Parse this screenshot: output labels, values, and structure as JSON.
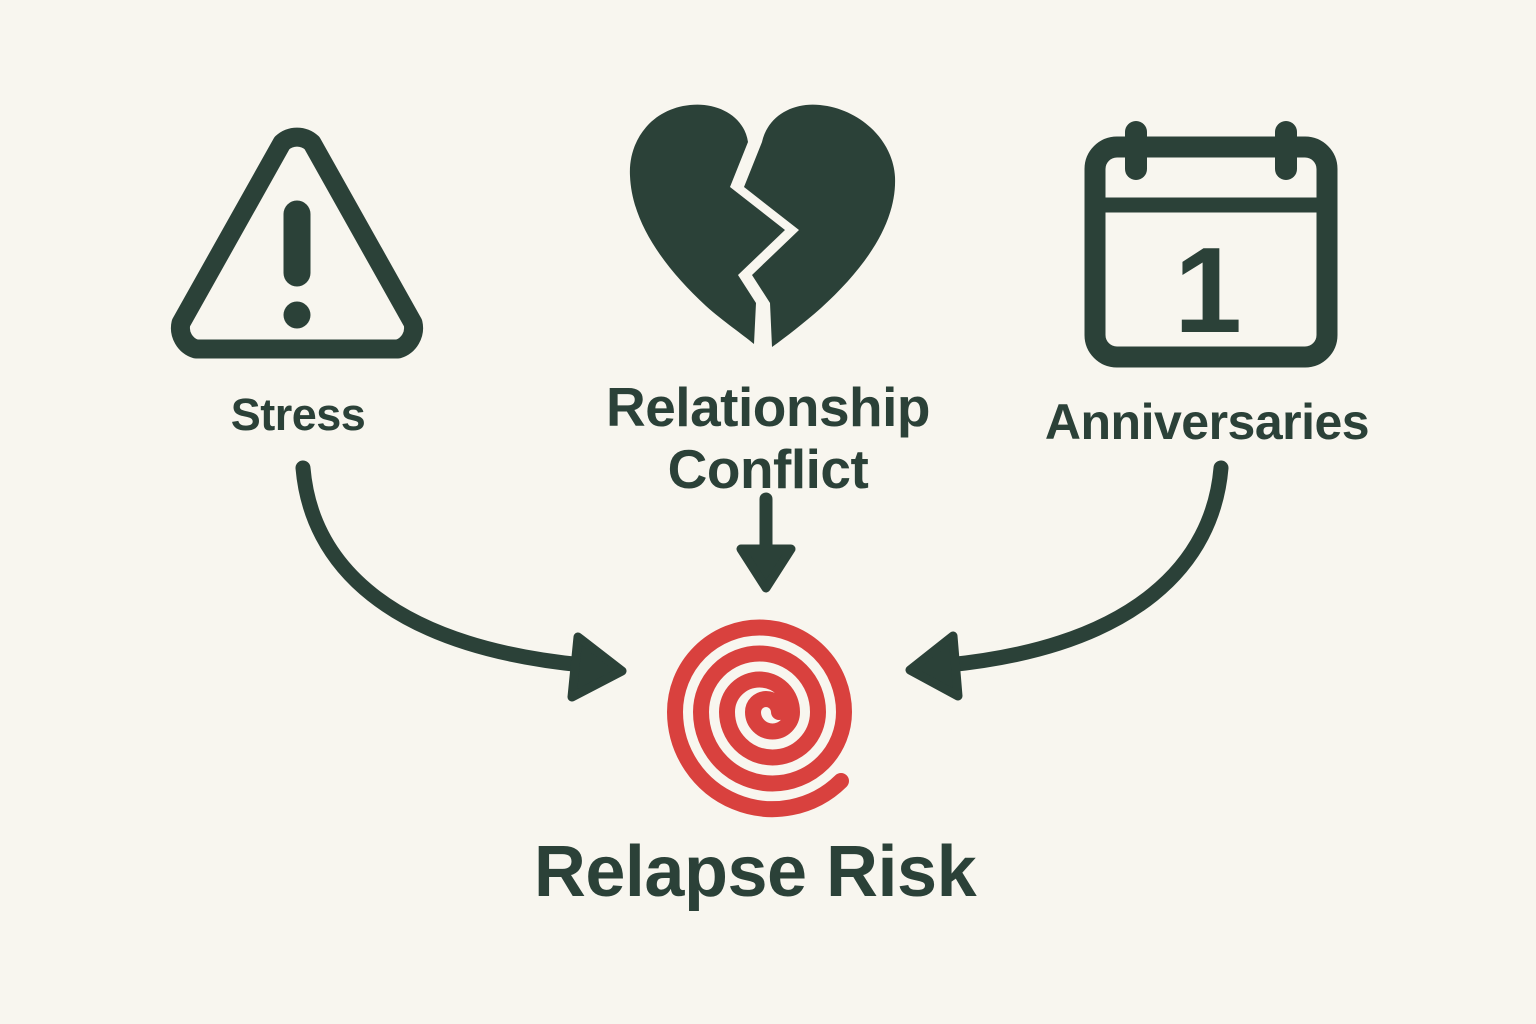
{
  "colors": {
    "background": "#f8f6ef",
    "ink_green": "#2b4138",
    "risk_red": "#d9413e"
  },
  "triggers": [
    {
      "label": "Stress",
      "icon": "warning-triangle-icon"
    },
    {
      "label": "Relationship Conflict",
      "icon": "broken-heart-icon"
    },
    {
      "label": "Anniversaries",
      "icon": "calendar-icon",
      "calendar_day": "1"
    }
  ],
  "outcome": {
    "label": "Relapse Risk",
    "icon": "spiral-icon"
  }
}
